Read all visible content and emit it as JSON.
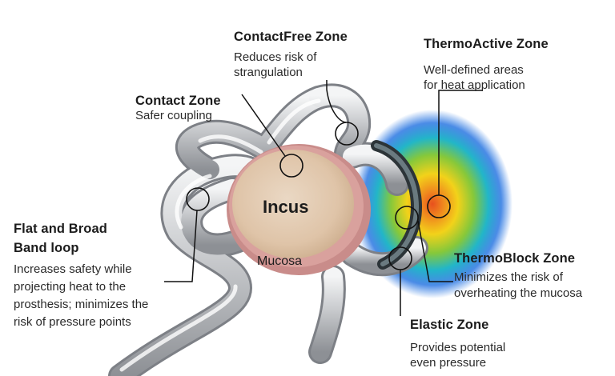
{
  "center": {
    "title": "Incus",
    "sub": "Mucosa"
  },
  "zones": [
    {
      "title": "ContactFree Zone",
      "desc": [
        "Reduces risk of",
        "strangulation"
      ]
    },
    {
      "title": "ThermoActive Zone",
      "desc": [
        "Well-defined areas",
        "for heat application"
      ]
    },
    {
      "title": "Contact Zone",
      "desc": [
        "Safer coupling"
      ]
    },
    {
      "title": "Flat and Broad",
      "title2": "Band loop",
      "desc": [
        "Increases safety while",
        "projecting heat to the",
        "prosthesis; minimizes the",
        "risk of pressure points"
      ]
    },
    {
      "title": "ThermoBlock Zone",
      "desc": [
        "Minimizes the risk of",
        "overheating the mucosa"
      ]
    },
    {
      "title": "Elastic Zone",
      "desc": [
        "Provides potential",
        "even pressure"
      ]
    }
  ],
  "colors": {
    "heat_outer": "#1e6fe0",
    "heat_inner": "#e8501e",
    "incus_fill": "#e2c9ae",
    "incus_rim": "#d79a97",
    "metal": "#c9cbcd"
  }
}
